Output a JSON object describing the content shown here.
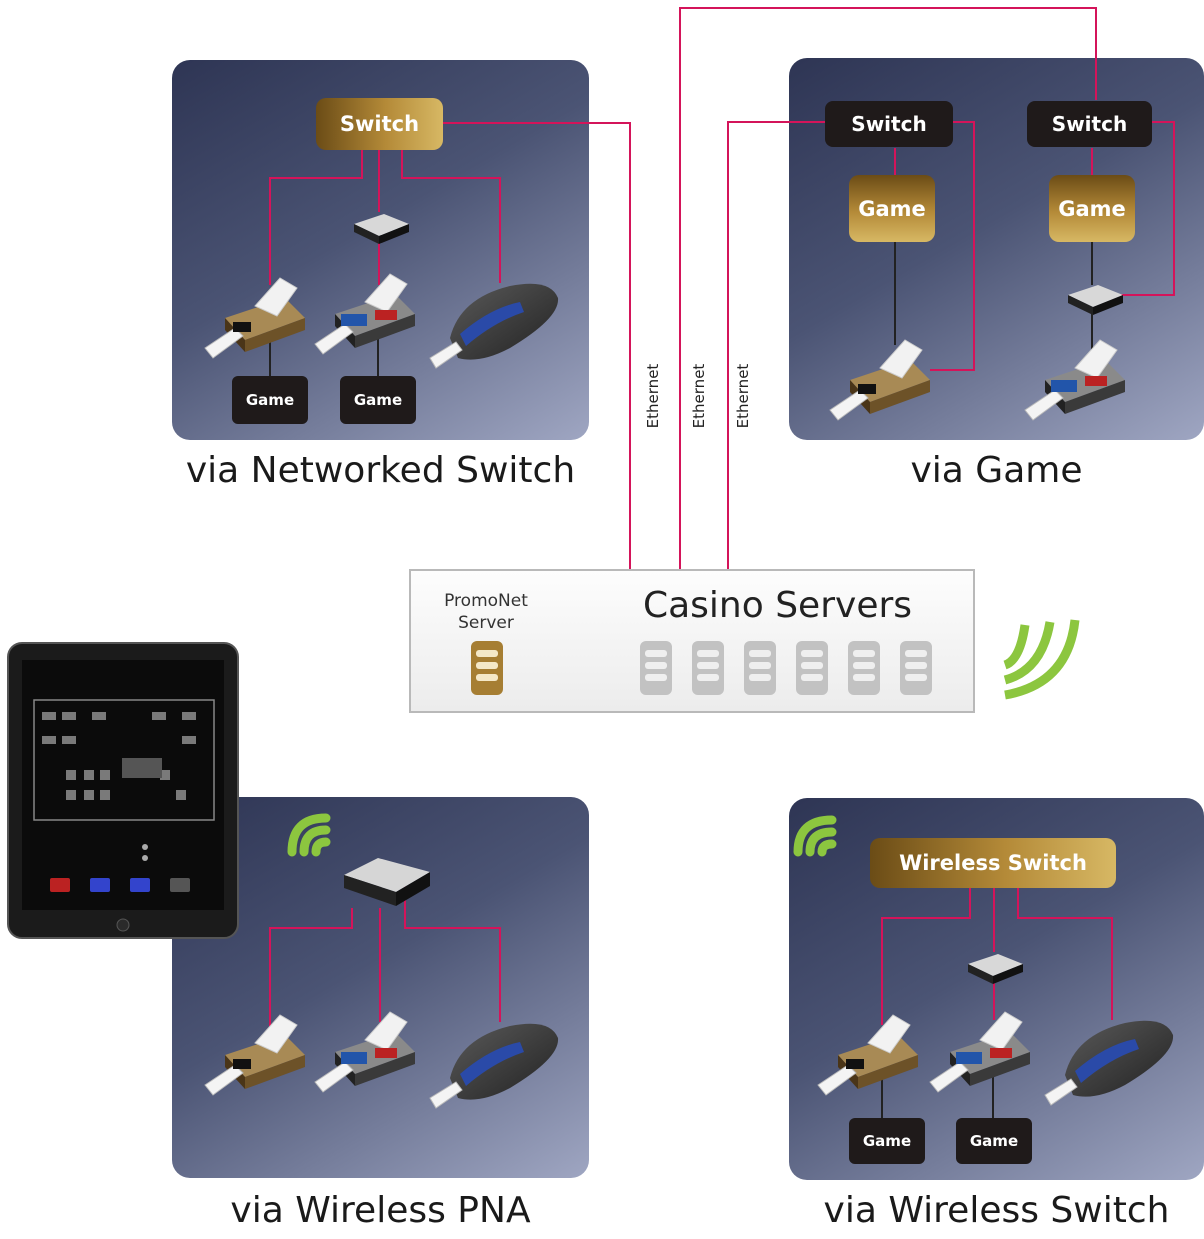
{
  "panels": {
    "networked_switch": {
      "caption": "via Networked Switch",
      "switch_label": "Switch",
      "games": [
        "Game",
        "Game"
      ]
    },
    "game": {
      "caption": "via Game",
      "switch_labels": [
        "Switch",
        "Switch"
      ],
      "game_labels": [
        "Game",
        "Game"
      ]
    },
    "wireless_pna": {
      "caption": "via Wireless PNA"
    },
    "wireless_switch": {
      "caption": "via Wireless Switch",
      "switch_label": "Wireless Switch",
      "games": [
        "Game",
        "Game"
      ]
    }
  },
  "links": {
    "ethernet_labels": [
      "Ethernet",
      "Ethernet",
      "Ethernet"
    ]
  },
  "server": {
    "title": "Casino Servers",
    "promonet_label_line1": "PromoNet",
    "promonet_label_line2": "Server"
  },
  "colors": {
    "link_line": "#d4145a",
    "gold": "#b48a38",
    "wireless_green": "#8cc63f",
    "panel_dark": "#2e3554"
  }
}
